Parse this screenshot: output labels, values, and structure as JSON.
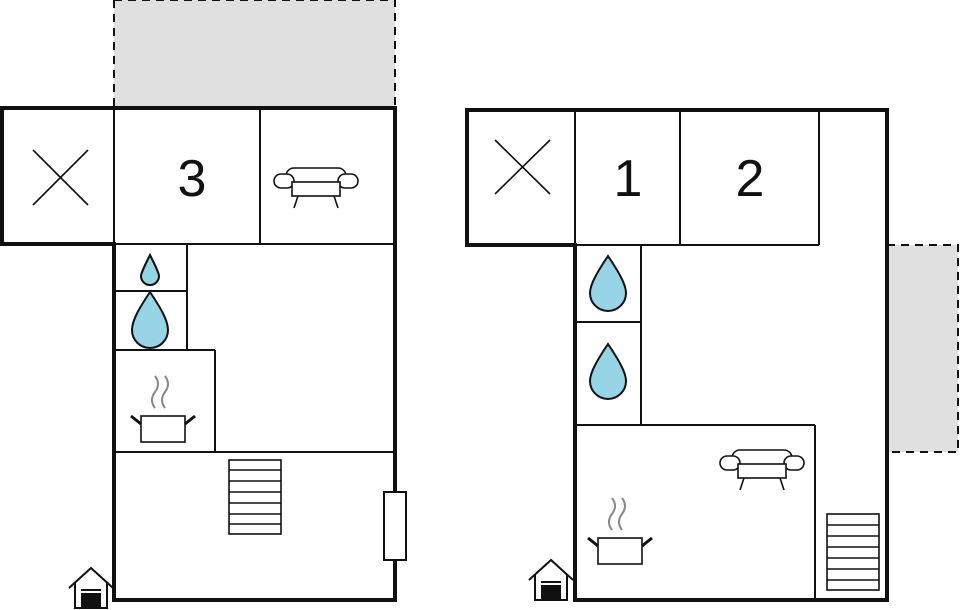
{
  "floors": [
    {
      "name": "left-floor",
      "rooms": [
        {
          "number": "3"
        }
      ],
      "icons": [
        "cross-icon",
        "sofa-icon",
        "small-water-drop-icon",
        "water-drop-icon",
        "cooking-pot-icon",
        "staircase-icon",
        "window-icon",
        "entrance-icon",
        "terrace-area"
      ]
    },
    {
      "name": "right-floor",
      "rooms": [
        {
          "number": "1"
        },
        {
          "number": "2"
        }
      ],
      "icons": [
        "cross-icon",
        "water-drop-icon",
        "water-drop-icon",
        "sofa-icon",
        "cooking-pot-icon",
        "staircase-icon",
        "entrance-icon",
        "terrace-area"
      ]
    }
  ],
  "colors": {
    "wall": "#111111",
    "terrace": "#e0e0e0",
    "water": "#96d4e6",
    "background": "#ffffff"
  }
}
